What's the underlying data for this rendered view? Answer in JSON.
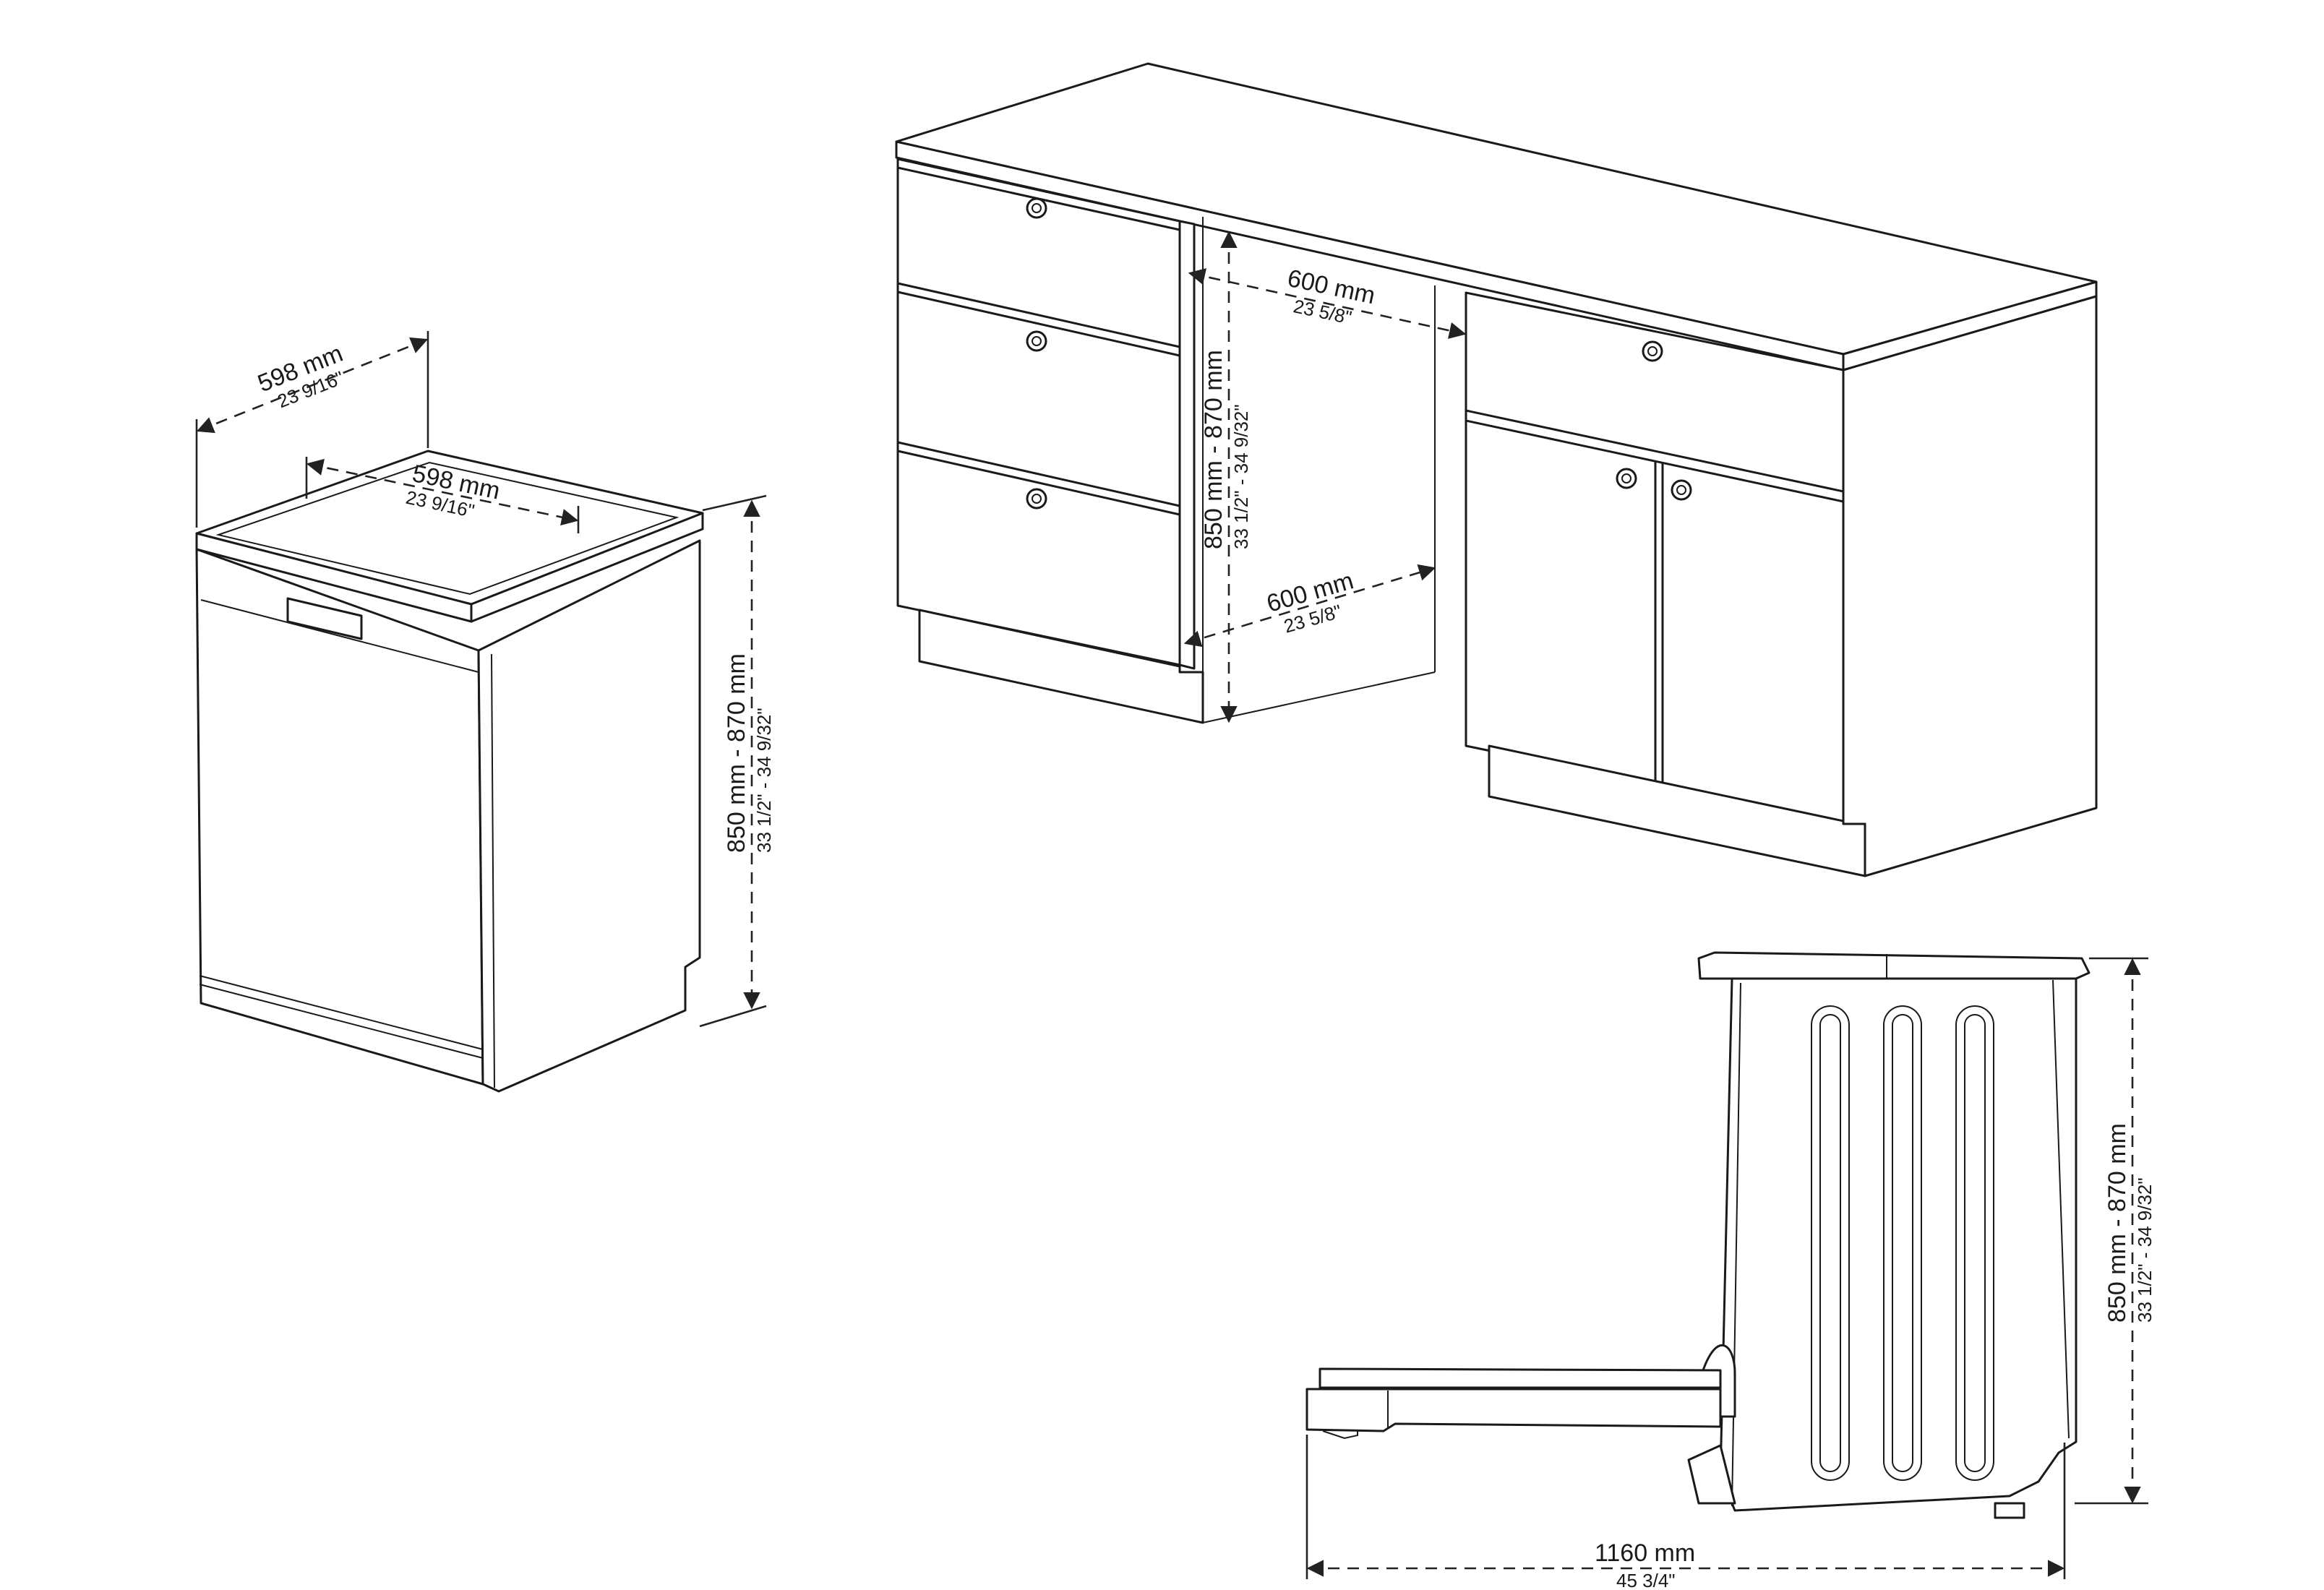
{
  "dimensions": {
    "dishwasher_width_outer": {
      "mm": "598 mm",
      "inch": "23 9/16\""
    },
    "dishwasher_width_inner": {
      "mm": "598 mm",
      "inch": "23 9/16\""
    },
    "dishwasher_height": {
      "mm": "850 mm - 870 mm",
      "inch": "33 1/2\" - 34 9/32\""
    },
    "niche_width_top": {
      "mm": "600 mm",
      "inch": "23 5/8\""
    },
    "niche_width_bottom": {
      "mm": "600 mm",
      "inch": "23 5/8\""
    },
    "niche_height": {
      "mm": "850 mm - 870 mm",
      "inch": "33 1/2\" - 34 9/32\""
    },
    "side_height": {
      "mm": "850 mm - 870 mm",
      "inch": "33 1/2\" - 34 9/32\""
    },
    "side_depth_open": {
      "mm": "1160 mm",
      "inch": "45 3/4\""
    }
  }
}
